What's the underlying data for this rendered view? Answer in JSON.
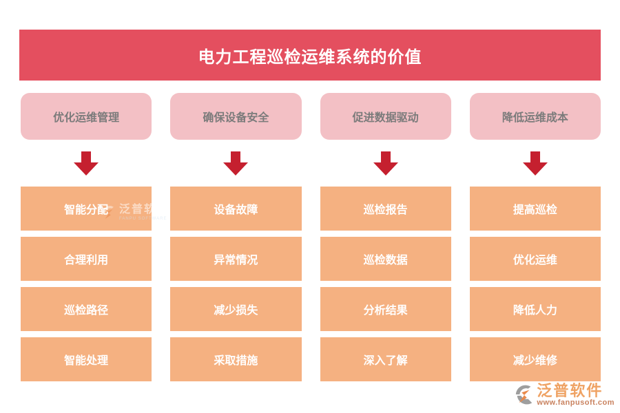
{
  "title": {
    "text": "电力工程巡检运维系统的价值"
  },
  "colors": {
    "banner_red": "#E44F5F",
    "arrow_red": "#C5202F",
    "header_pink": "#F3C0C5",
    "header_text_gray": "#7B7B7B",
    "item_orange": "#F5B181",
    "item_text_white": "#FFFFFF",
    "logo_orange": "#EFA263",
    "logo_url_brown": "#C9825F"
  },
  "columns": [
    {
      "header": "优化运维管理",
      "items": [
        "智能分配",
        "合理利用",
        "巡检路径",
        "智能处理"
      ]
    },
    {
      "header": "确保设备安全",
      "items": [
        "设备故障",
        "异常情况",
        "减少损失",
        "采取措施"
      ]
    },
    {
      "header": "促进数据驱动",
      "items": [
        "巡检报告",
        "巡检数据",
        "分析结果",
        "深入了解"
      ]
    },
    {
      "header": "降低运维成本",
      "items": [
        "提高巡检",
        "优化运维",
        "降低人力",
        "减少维修"
      ]
    }
  ],
  "watermark": {
    "name": "泛普软件",
    "subtitle": "FANPU SOFTWARE"
  },
  "footer_logo": {
    "name": "泛普软件",
    "url": "www.fanpusoft.com"
  }
}
